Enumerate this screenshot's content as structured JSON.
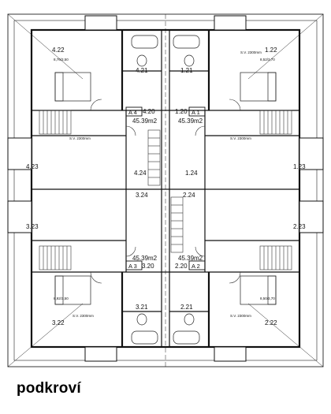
{
  "caption": "podkroví",
  "rooms": {
    "r422": "4.22",
    "r421": "4.21",
    "r121": "1.21",
    "r122": "1.22",
    "r420": "4.20",
    "r120": "1.20",
    "r423": "4.23",
    "r424": "4.24",
    "r124": "1.24",
    "r123": "1.23",
    "r324": "3.24",
    "r224": "2.24",
    "r323": "3.23",
    "r223": "2.23",
    "r320": "3.20",
    "r220": "2.20",
    "r321": "3.21",
    "r221": "2.21",
    "r322": "3.22",
    "r222": "2.22"
  },
  "units": {
    "a4": "A 4",
    "a1": "A 1",
    "a3": "A 3",
    "a2": "A 2"
  },
  "areas": {
    "tl": "45.39m2",
    "tr": "45.39m2",
    "bl": "45.39m2",
    "br": "45.39m2"
  },
  "notes": {
    "sv_tr": "S.V. 2300mm",
    "sv_ml": "S.V. 2300mm",
    "sv_mr": "S.V. 2300mm",
    "sv_bl": "S.V. 2300mm",
    "sv_br": "S.V. 2300mm",
    "dim_tl": "8,76/3,50",
    "dim_tr": "8,52/3,70",
    "dim_bl": "8,92/3,50",
    "dim_br": "8,50/3,70"
  }
}
